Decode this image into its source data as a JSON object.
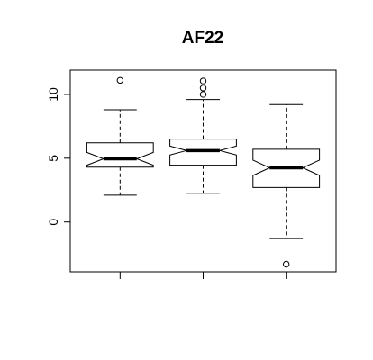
{
  "chart_data": {
    "type": "boxplot",
    "title": "AF22",
    "xlabel": "",
    "ylabel": "",
    "notched": true,
    "ylim": [
      -3.9,
      11.9
    ],
    "xlim": [
      0.4,
      3.6
    ],
    "yticks": [
      0,
      5,
      10
    ],
    "ytick_labels": [
      "0",
      "5",
      "10"
    ],
    "xticks": [
      1,
      2,
      3
    ],
    "xtick_labels": [
      "",
      "",
      ""
    ],
    "colors": {
      "box_fill": "#ffffff",
      "stroke": "#000000",
      "background": "#ffffff"
    },
    "boxes": [
      {
        "position": 1,
        "whisker_low": 2.1,
        "q1": 4.3,
        "median": 4.95,
        "q3": 6.2,
        "whisker_high": 8.8,
        "notch_low": 4.45,
        "notch_high": 5.45,
        "outliers": [
          11.1
        ]
      },
      {
        "position": 2,
        "whisker_low": 2.25,
        "q1": 4.45,
        "median": 5.6,
        "q3": 6.5,
        "whisker_high": 9.6,
        "notch_low": 5.25,
        "notch_high": 5.95,
        "outliers": [
          10.0,
          10.5,
          11.05
        ]
      },
      {
        "position": 3,
        "whisker_low": -1.3,
        "q1": 2.7,
        "median": 4.25,
        "q3": 5.7,
        "whisker_high": 9.2,
        "notch_low": 3.65,
        "notch_high": 4.85,
        "outliers": [
          -3.3
        ]
      }
    ]
  }
}
